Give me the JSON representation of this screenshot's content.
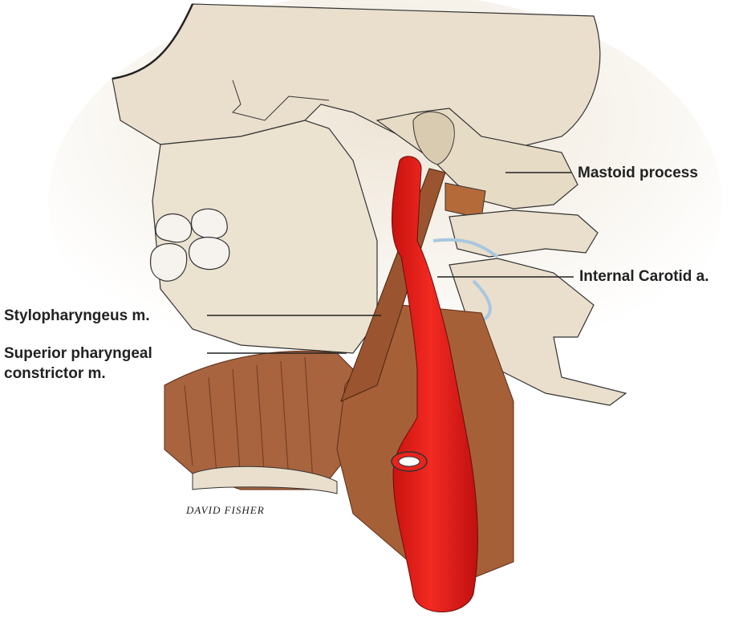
{
  "labels": {
    "mastoid": "Mastoid process",
    "carotid": "Internal Carotid a.",
    "stylopharyngeus": "Stylopharyngeus m.",
    "constrictor_line1": "Superior pharyngeal",
    "constrictor_line2": "constrictor m."
  },
  "signature": "DAVID FISHER",
  "colors": {
    "bone": "#e9dfcc",
    "bone_shadow": "#cfc2a8",
    "muscle": "#a8643f",
    "muscle_dark": "#7a4325",
    "artery": "#e8231e",
    "nerve": "#a9c6df",
    "tooth": "#f6f3ee"
  }
}
